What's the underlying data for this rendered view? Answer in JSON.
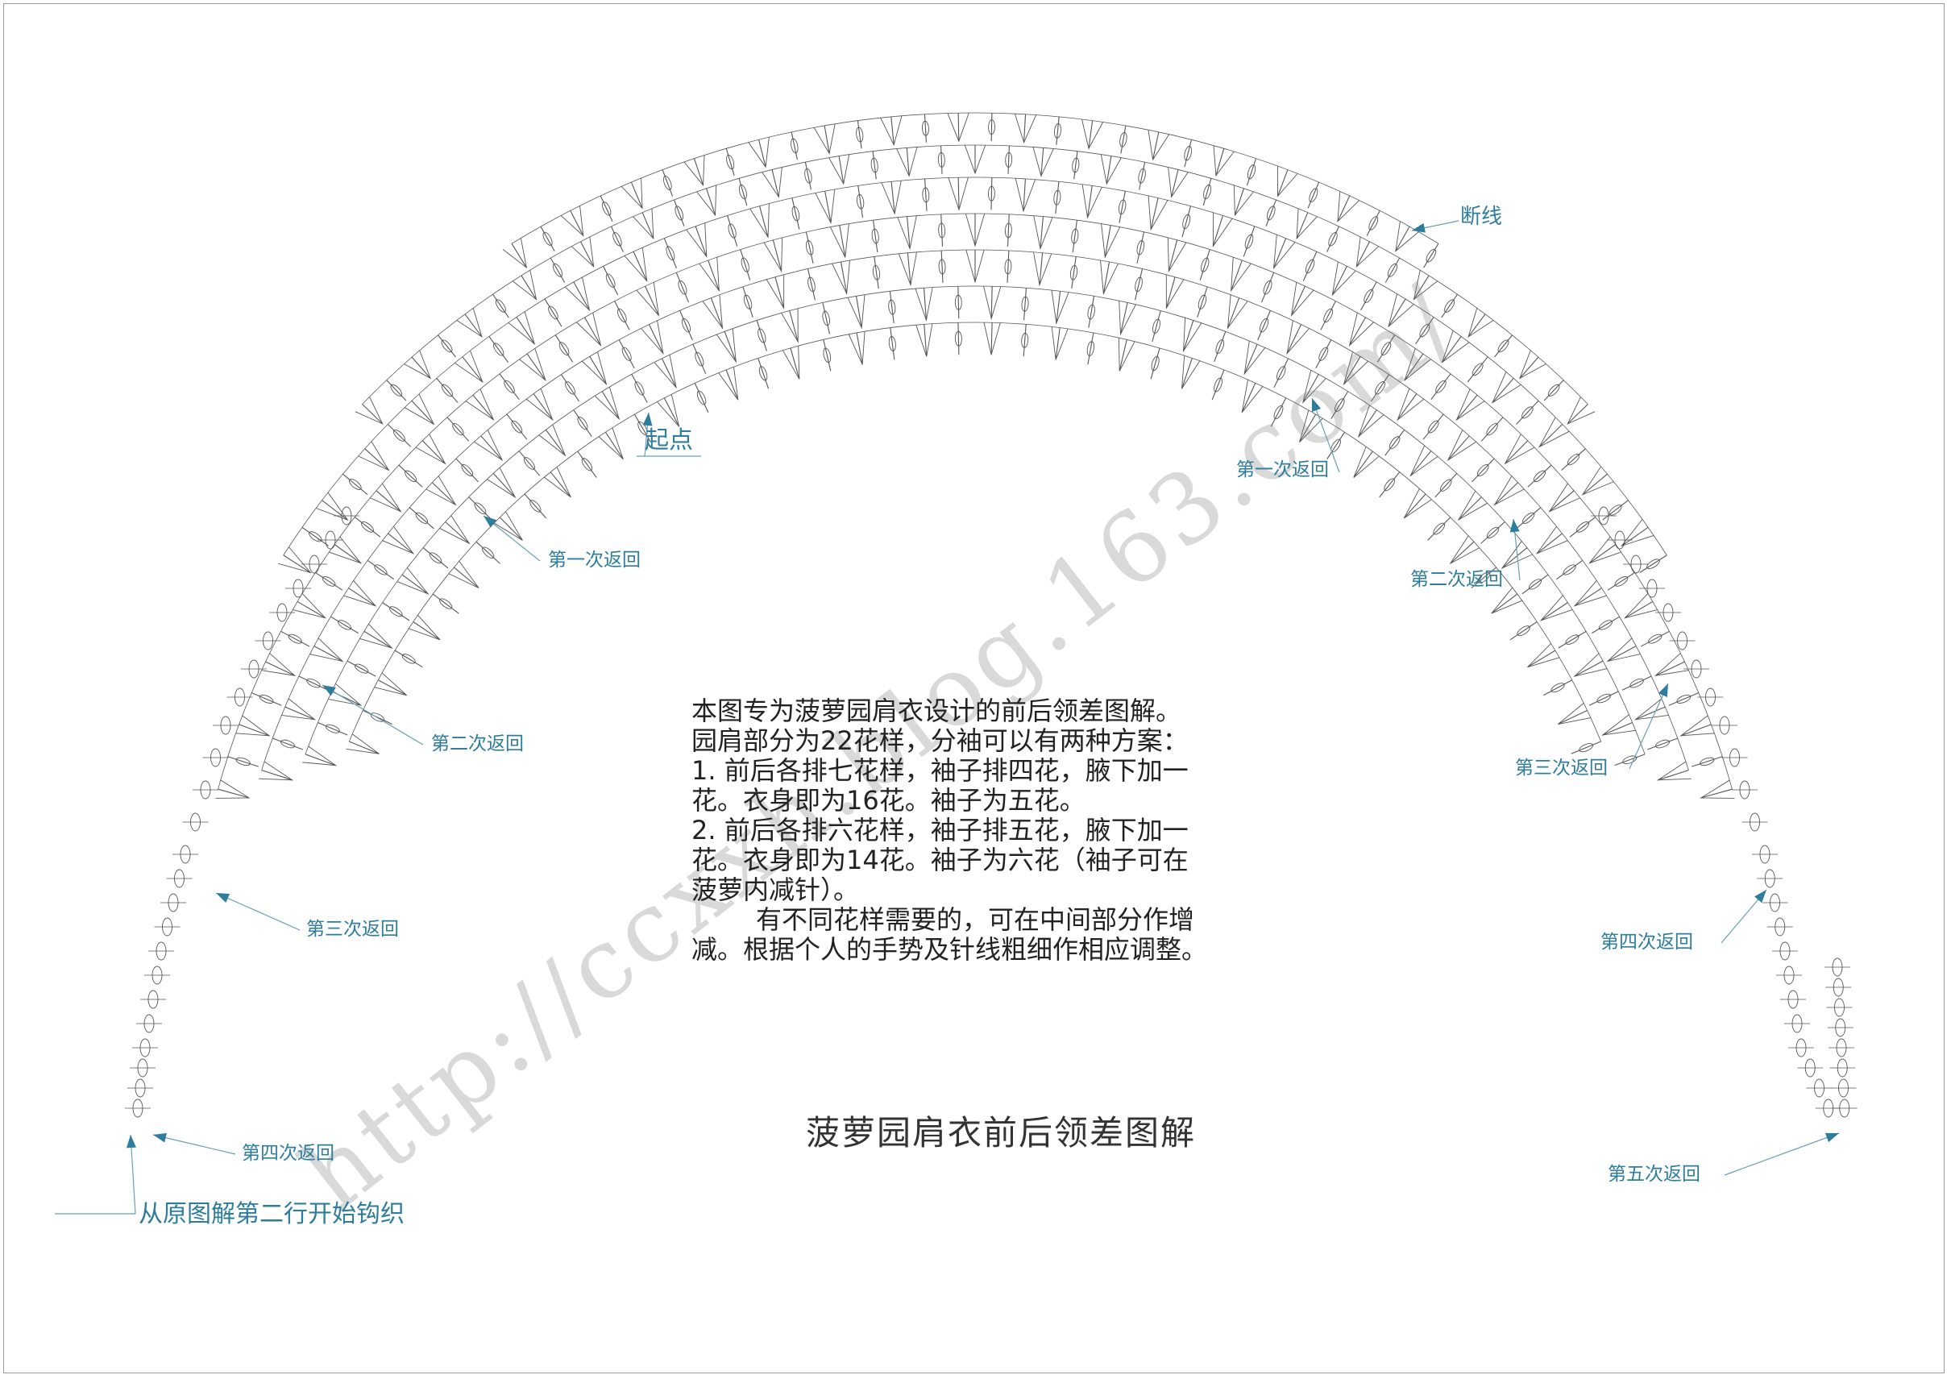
{
  "caption": "菠萝园肩衣前后领差图解",
  "notes": [
    "本图专为菠萝园肩衣设计的前后领差图解。",
    "园肩部分为22花样，分袖可以有两种方案：",
    "1. 前后各排七花样，袖子排四花，腋下加一",
    "花。衣身即为16花。袖子为五花。",
    "2. 前后各排六花样，袖子排五花，腋下加一",
    "花。衣身即为14花。袖子为六花（袖子可在",
    "菠萝内减针）。",
    "有不同花样需要的，可在中间部分作增",
    "减。根据个人的手势及针线粗细作相应调整。"
  ],
  "labels": {
    "start": "起点",
    "cut": "断线",
    "begin": "从原图解第二行开始钩织",
    "l1": "第一次返回",
    "l2": "第二次返回",
    "l3": "第三次返回",
    "l4": "第四次返回",
    "r1": "第一次返回",
    "r2": "第二次返回",
    "r3": "第三次返回",
    "r4": "第四次返回",
    "r5": "第五次返回"
  },
  "watermark": "http://ccxxh.blog.163.com/",
  "colors": {
    "label": "#2e7d9c",
    "arrow": "#2e7d9c",
    "stitch": "#555555"
  }
}
